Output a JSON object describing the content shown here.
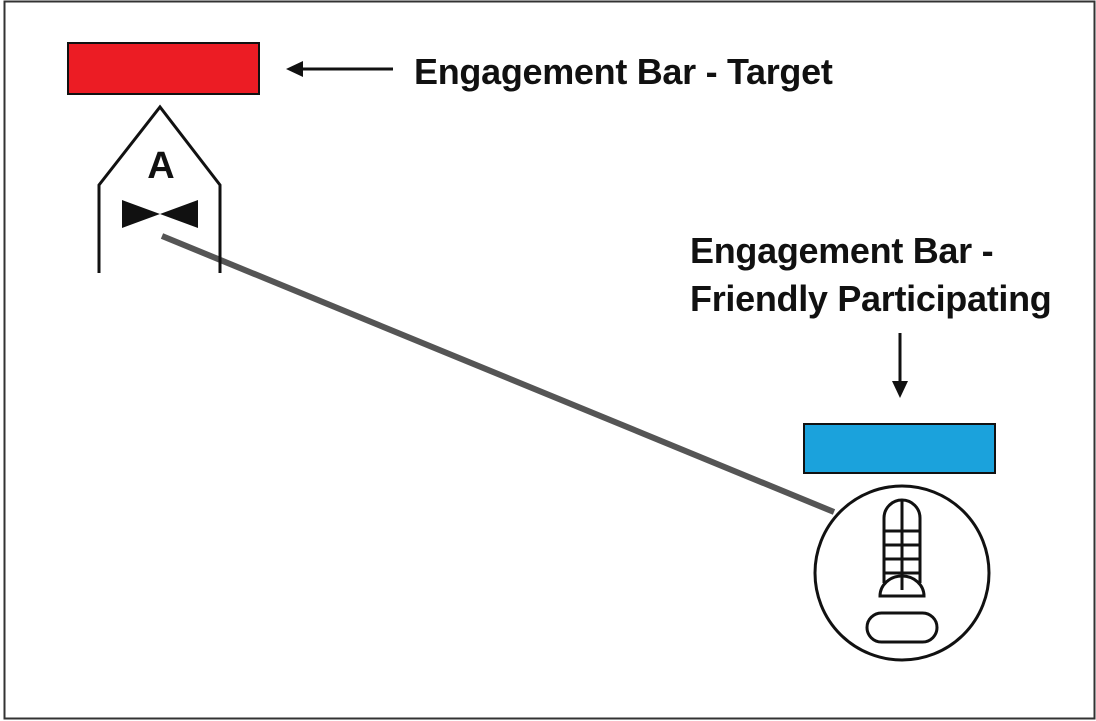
{
  "labels": {
    "target_bar": "Engagement Bar - Target",
    "friendly_bar_line1": "Engagement Bar -",
    "friendly_bar_line2": "Friendly Participating"
  },
  "target_symbol": {
    "letter": "A"
  },
  "colors": {
    "target_bar": "#ec1c24",
    "friendly_bar": "#1ba2dc",
    "link_line": "#555555",
    "stroke": "#111111",
    "frame": "#333333"
  },
  "icons": {
    "target": "hostile-symbol-icon",
    "friendly": "friendly-unit-symbol-icon",
    "arrow_target": "arrow-left-icon",
    "arrow_friendly": "arrow-down-icon"
  }
}
